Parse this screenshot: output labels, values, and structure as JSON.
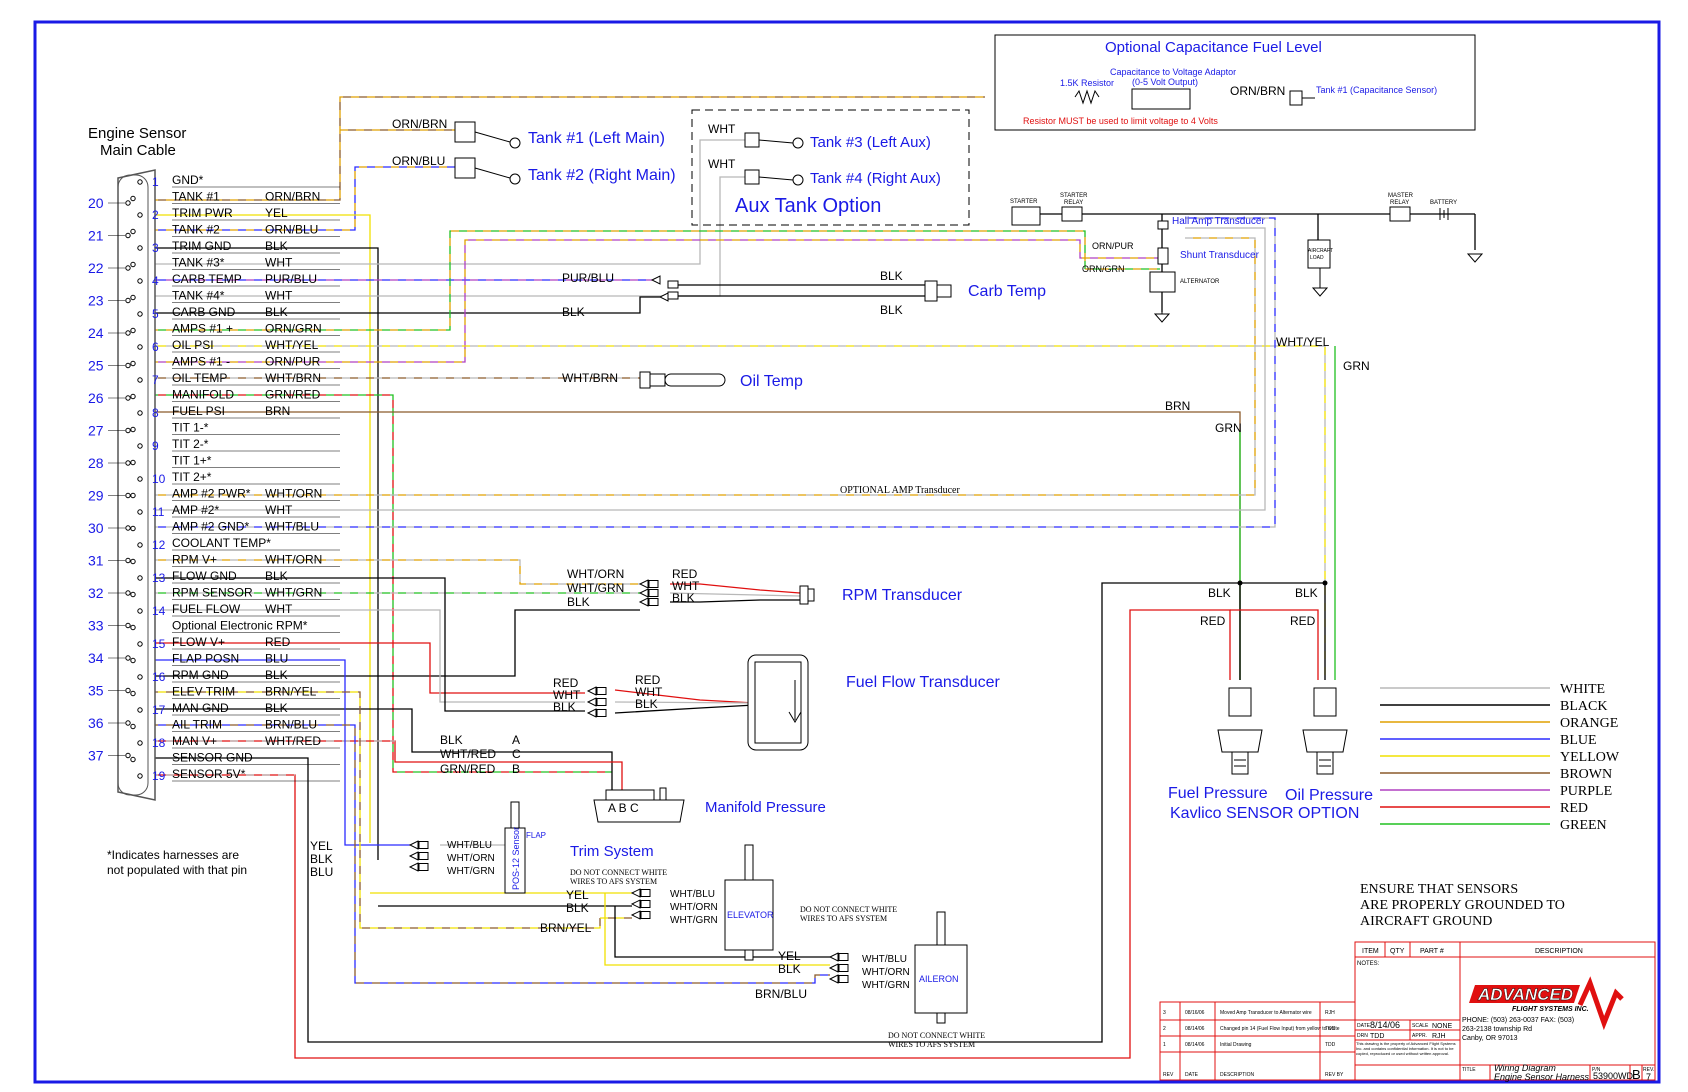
{
  "header": {
    "main_cable_title": [
      "Engine Sensor",
      "Main Cable"
    ],
    "aux_tank_option": "Aux Tank Option"
  },
  "connector": {
    "left_numbers": [
      "20",
      "21",
      "22",
      "23",
      "24",
      "25",
      "26",
      "27",
      "28",
      "29",
      "30",
      "31",
      "32",
      "33",
      "34",
      "35",
      "36",
      "37"
    ],
    "pins": [
      {
        "num": "1",
        "name": "GND*",
        "color": ""
      },
      {
        "num": "",
        "name": "TANK #1",
        "color": "ORN/BRN"
      },
      {
        "num": "2",
        "name": "TRIM PWR",
        "color": "YEL"
      },
      {
        "num": "",
        "name": "TANK #2",
        "color": "ORN/BLU"
      },
      {
        "num": "3",
        "name": "TRIM GND",
        "color": "BLK"
      },
      {
        "num": "",
        "name": "TANK #3*",
        "color": "WHT"
      },
      {
        "num": "4",
        "name": "CARB TEMP",
        "color": "PUR/BLU"
      },
      {
        "num": "",
        "name": "TANK #4*",
        "color": "WHT"
      },
      {
        "num": "5",
        "name": "CARB GND",
        "color": "BLK"
      },
      {
        "num": "",
        "name": "AMPS #1 +",
        "color": "ORN/GRN"
      },
      {
        "num": "6",
        "name": "OIL PSI",
        "color": "WHT/YEL"
      },
      {
        "num": "",
        "name": "AMPS #1 -",
        "color": "ORN/PUR"
      },
      {
        "num": "7",
        "name": "OIL TEMP",
        "color": "WHT/BRN"
      },
      {
        "num": "",
        "name": "MANIFOLD",
        "color": "GRN/RED"
      },
      {
        "num": "8",
        "name": "FUEL PSI",
        "color": "BRN"
      },
      {
        "num": "",
        "name": "TIT 1-*",
        "color": ""
      },
      {
        "num": "9",
        "name": "TIT 2-*",
        "color": ""
      },
      {
        "num": "",
        "name": "TIT 1+*",
        "color": ""
      },
      {
        "num": "10",
        "name": "TIT 2+*",
        "color": ""
      },
      {
        "num": "",
        "name": "AMP #2 PWR*",
        "color": "WHT/ORN"
      },
      {
        "num": "11",
        "name": "AMP #2*",
        "color": "WHT"
      },
      {
        "num": "",
        "name": "AMP #2 GND*",
        "color": "WHT/BLU"
      },
      {
        "num": "12",
        "name": "COOLANT TEMP*",
        "color": ""
      },
      {
        "num": "",
        "name": "RPM V+",
        "color": "WHT/ORN"
      },
      {
        "num": "13",
        "name": "FLOW GND",
        "color": "BLK"
      },
      {
        "num": "",
        "name": "RPM SENSOR",
        "color": "WHT/GRN"
      },
      {
        "num": "14",
        "name": "FUEL FLOW",
        "color": "WHT"
      },
      {
        "num": "",
        "name": "Optional Electronic RPM*",
        "color": ""
      },
      {
        "num": "15",
        "name": "FLOW V+",
        "color": "RED"
      },
      {
        "num": "",
        "name": "FLAP POSN",
        "color": "BLU"
      },
      {
        "num": "16",
        "name": "RPM GND",
        "color": "BLK"
      },
      {
        "num": "",
        "name": "ELEV TRIM",
        "color": "BRN/YEL"
      },
      {
        "num": "17",
        "name": "MAN GND",
        "color": "BLK"
      },
      {
        "num": "",
        "name": "AIL TRIM",
        "color": "BRN/BLU"
      },
      {
        "num": "18",
        "name": "MAN V+",
        "color": "WHT/RED"
      },
      {
        "num": "",
        "name": "SENSOR GND",
        "color": ""
      },
      {
        "num": "19",
        "name": "SENSOR 5V*",
        "color": ""
      }
    ]
  },
  "tanks": {
    "t1_wire": "ORN/BRN",
    "t1_label": "Tank #1 (Left Main)",
    "t2_wire": "ORN/BLU",
    "t2_label": "Tank #2 (Right Main)",
    "t3_wire": "WHT",
    "t3_label": "Tank #3 (Left Aux)",
    "t4_wire": "WHT",
    "t4_label": "Tank #4 (Right Aux)"
  },
  "capacitance": {
    "title": "Optional Capacitance Fuel Level",
    "adaptor": [
      "Capacitance to Voltage Adaptor",
      "(0-5 Volt Output)"
    ],
    "resistor": "1.5K Resistor",
    "wire": "ORN/BRN",
    "sensor": "Tank #1 (Capacitance Sensor)",
    "warning": "Resistor MUST be used to limit voltage to 4 Volts"
  },
  "electrical": {
    "starter": "STARTER",
    "starter_relay": [
      "STARTER",
      "RELAY"
    ],
    "master_relay": [
      "MASTER",
      "RELAY"
    ],
    "battery": "BATTERY",
    "hall": "Hall Amp Transducer",
    "shunt": "Shunt Transducer",
    "alternator": "ALTERNATOR",
    "aircraft_load": [
      "AIRCRAFT",
      "LOAD"
    ],
    "orn_pur": "ORN/PUR",
    "orn_grn": "ORN/GRN"
  },
  "carb": {
    "wire1": "BLK",
    "wire2": "PUR/BLU",
    "wire3": "BLK",
    "wire4": "BLK",
    "label": "Carb Temp"
  },
  "oil_temp": {
    "wire": "WHT/BRN",
    "label": "Oil Temp"
  },
  "kavlico": {
    "wht_yel": "WHT/YEL",
    "grn": "GRN",
    "brn": "BRN",
    "grn2": "GRN",
    "blk1": "BLK",
    "blk2": "BLK",
    "red1": "RED",
    "red2": "RED",
    "fuel": "Fuel Pressure",
    "oil": "Oil Pressure",
    "option": "Kavlico SENSOR OPTION"
  },
  "optional_amp": "OPTIONAL AMP Transducer",
  "rpm": {
    "w1": "WHT/ORN",
    "w2": "WHT/GRN",
    "w3": "BLK",
    "s1": "RED",
    "s2": "WHT",
    "s3": "BLK",
    "label": "RPM Transducer"
  },
  "flow": {
    "w1": "RED",
    "w2": "WHT",
    "w3": "BLK",
    "s1": "RED",
    "s2": "WHT",
    "s3": "BLK",
    "label": "Fuel Flow Transducer"
  },
  "manifold": {
    "w1": "BLK",
    "w2": "WHT/RED",
    "w3": "GRN/RED",
    "p1": "A",
    "p2": "C",
    "p3": "B",
    "pins": "A B C",
    "label": "Manifold Pressure"
  },
  "trim": {
    "label": "Trim System",
    "flap": "FLAP",
    "pos12": "POS-12 Sensor",
    "flap_wires": [
      "WHT/BLU",
      "WHT/ORN",
      "WHT/GRN"
    ],
    "left_wires": [
      "YEL",
      "BLK",
      "BLU"
    ],
    "elev_wires": [
      "WHT/BLU",
      "WHT/ORN",
      "WHT/GRN"
    ],
    "elev_left": [
      "YEL",
      "BLK",
      "BRN/YEL"
    ],
    "elevator": "ELEVATOR",
    "ail_wires": [
      "WHT/BLU",
      "WHT/ORN",
      "WHT/GRN"
    ],
    "ail_left": [
      "YEL",
      "BLK",
      "BRN/BLU"
    ],
    "aileron": "AILERON",
    "warn": [
      "DO NOT CONNECT WHITE",
      "WIRES TO AFS SYSTEM"
    ]
  },
  "footnote": [
    "*Indicates harnesses are",
    "not populated with that pin"
  ],
  "legend": [
    {
      "name": "WHITE",
      "color": "#b8b8b8"
    },
    {
      "name": "BLACK",
      "color": "#000000"
    },
    {
      "name": "ORANGE",
      "color": "#e0a000"
    },
    {
      "name": "BLUE",
      "color": "#2b2bff"
    },
    {
      "name": "YELLOW",
      "color": "#f0e000"
    },
    {
      "name": "BROWN",
      "color": "#8b5a2b"
    },
    {
      "name": "PURPLE",
      "color": "#b040c0"
    },
    {
      "name": "RED",
      "color": "#e01010"
    },
    {
      "name": "GREEN",
      "color": "#20c020"
    }
  ],
  "ensure": [
    "ENSURE THAT SENSORS",
    "ARE PROPERLY GROUNDED TO",
    "AIRCRAFT GROUND"
  ],
  "title_block": {
    "headers": [
      "ITEM",
      "QTY",
      "PART #",
      "DESCRIPTION"
    ],
    "notes": "NOTES:",
    "company": "ADVANCED",
    "company_sub": "FLIGHT SYSTEMS INC.",
    "phone": "PHONE: (503) 263-0037  FAX: (503)",
    "addr1": "263-2138 township Rd",
    "addr2": "Canby, OR 97013",
    "date_lbl": "DATE",
    "date": "8/14/06",
    "scale_lbl": "SCALE",
    "scale": "NONE",
    "drn_lbl": "DRN",
    "drn": "TDD",
    "appr_lbl": "APPR.",
    "appr": "RJH",
    "confidential": "This drawing is the property of Advanced Flight Systems Inc. and contains confidential information. It is not to be copied, reproduced or used without written approval.",
    "title_lbl": "TITLE",
    "title": [
      "Wiring Diagram",
      "Engine Sensor Harness"
    ],
    "pn_lbl": "P/N",
    "pn": "53900WD",
    "size": "B",
    "rev_lbl": "REV.",
    "rev": "7",
    "revisions": [
      {
        "rev": "3",
        "date": "08/16/06",
        "desc": "Moved Amp Transducer to Alternator wire",
        "by": "RJH"
      },
      {
        "rev": "2",
        "date": "08/14/06",
        "desc": "Changed pin 14 (Fuel Flow Input) from yellow to white",
        "by": "TDD"
      },
      {
        "rev": "1",
        "date": "08/14/06",
        "desc": "Initial Drawing",
        "by": "TDD"
      }
    ],
    "rev_headers": [
      "REV",
      "DATE",
      "DESCRIPTION",
      "REV BY"
    ]
  }
}
